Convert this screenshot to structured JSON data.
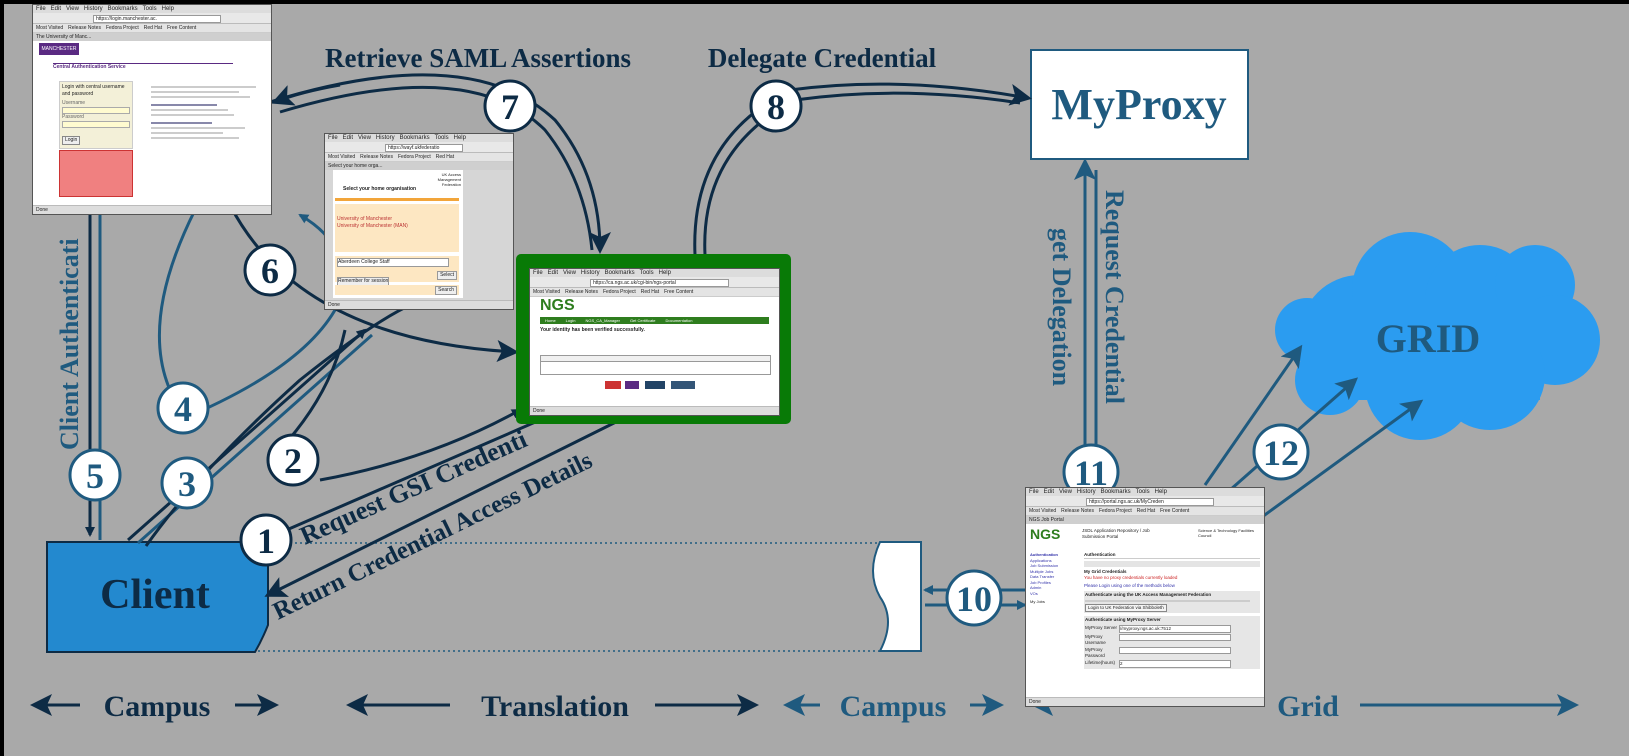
{
  "labels": {
    "retrieve_saml": "Retrieve SAML Assertions",
    "delegate_credential": "Delegate Credential",
    "myproxy": "MyProxy",
    "grid": "GRID",
    "client": "Client",
    "client_authentication": "Client Authenticati",
    "request_gsi": "Request GSI Credenti",
    "return_credential": "Return Credential Access Details",
    "get_delegation": "get Delegation",
    "request_credential": "Request Credential"
  },
  "step_numbers": [
    "1",
    "2",
    "3",
    "4",
    "5",
    "6",
    "7",
    "8",
    "10",
    "11",
    "12"
  ],
  "regions": {
    "campus_left": "Campus",
    "translation": "Translation",
    "campus_right": "Campus",
    "grid": "Grid"
  },
  "colors": {
    "background": "#a9a9a9",
    "dark_arrow": "#0d2b45",
    "blue_arrow": "#1f5a7f",
    "client_fill": "#2389cf",
    "grid_cloud": "#2b9cf0",
    "ngs_frame": "#087a06"
  },
  "screenshot_manchester": {
    "menu": [
      "File",
      "Edit",
      "View",
      "History",
      "Bookmarks",
      "Tools",
      "Help"
    ],
    "url": "https://login.manchester.ac.",
    "bookmarks": [
      "Most Visited",
      "Release Notes",
      "Fedora Project",
      "Red Hat",
      "Free Content"
    ],
    "tab": "The University of Manc...",
    "logo": "MANCHESTER",
    "heading": "Central Authentication Service",
    "login_title": "Login with central username and password",
    "field_user": "Username",
    "field_pass": "Password",
    "login_button": "Login",
    "status": "Done"
  },
  "screenshot_wayf": {
    "menu": [
      "File",
      "Edit",
      "View",
      "History",
      "Bookmarks",
      "Tools",
      "Help"
    ],
    "url": "https://wayf.ukfederatio",
    "bookmarks": [
      "Most Visited",
      "Release Notes",
      "Fedora Project",
      "Red Hat",
      "Free Content"
    ],
    "tab": "Select your home orga...",
    "title": "Select your home organisation",
    "badge": "UK Access Management Federation",
    "options": [
      "University of Manchester",
      "University of Manchester (MAN)",
      "Aberdeen College Staff"
    ],
    "remember": "Remember for session",
    "select_button": "Select",
    "search_button": "Search",
    "status": "Done"
  },
  "screenshot_ngs": {
    "menu": [
      "File",
      "Edit",
      "View",
      "History",
      "Bookmarks",
      "Tools",
      "Help"
    ],
    "url": "https://ca.ngs.ac.uk/cgi-bin/ngs-portal",
    "bookmarks": [
      "Most Visited",
      "Release Notes",
      "Fedora Project",
      "Red Hat",
      "Free Content"
    ],
    "logo": "NGS",
    "nav": [
      "Home",
      "Login",
      "NGS_CA_Manager",
      "Get Certificate",
      "Documentation"
    ],
    "verified": "Your identity has been verified successfully.",
    "status": "Done"
  },
  "screenshot_portal": {
    "menu": [
      "File",
      "Edit",
      "View",
      "History",
      "Bookmarks",
      "Tools",
      "Help"
    ],
    "url": "https://portal.ngs.ac.uk/MyCreden",
    "bookmarks": [
      "Most Visited",
      "Release Notes",
      "Fedora Project",
      "Red Hat",
      "Free Content"
    ],
    "tab": "NGS Job Portal",
    "logo": "NGS",
    "portal_title": "JSDL Application Repository / Job Submission Portal",
    "sponsor": "Science & Technology Facilities Council",
    "auth_heading": "Authentication",
    "grid_creds": "My Grid Credentials",
    "no_proxy": "You have no proxy credentials currently loaded",
    "login_link": "Please Login using one of the methods below",
    "shib_heading": "Authenticate using the UK Access Management Federation",
    "shib_button": "Login to UK Federation via Shibboleth",
    "myproxy_heading": "Authenticate using MyProxy Server",
    "server_value": "//myproxy.ngs.ac.uk:7512",
    "fields": [
      "MyProxy Server",
      "MyProxy Username",
      "MyProxy Password",
      "Lifetime(hours)"
    ],
    "lifetime": "2",
    "sidebar": [
      "Authentication",
      "Applications",
      "Job Submission",
      "Multiple Jobs",
      "Data Transfer",
      "Job Profiles",
      "Admin",
      "VOs"
    ],
    "my_jobs": "My Jobs",
    "status": "Done"
  }
}
